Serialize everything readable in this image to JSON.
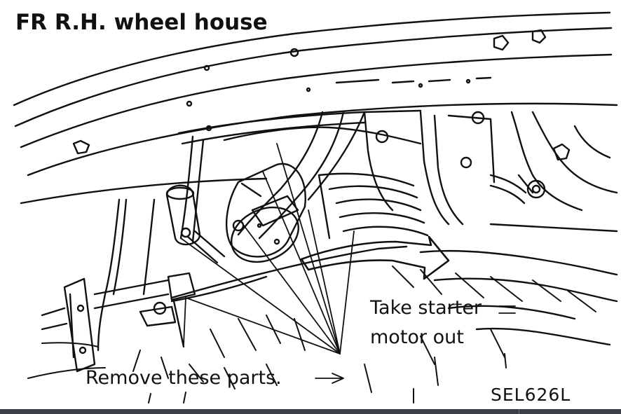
{
  "diagram": {
    "title": "FR R.H. wheel house",
    "labels": {
      "remove": "Remove these parts.",
      "take_line1": "Take starter",
      "take_line2": "motor out",
      "figure_code": "SEL626L"
    },
    "colors": {
      "ink": "#111111",
      "paper": "#ffffff",
      "bar": "#3b3f45"
    }
  }
}
